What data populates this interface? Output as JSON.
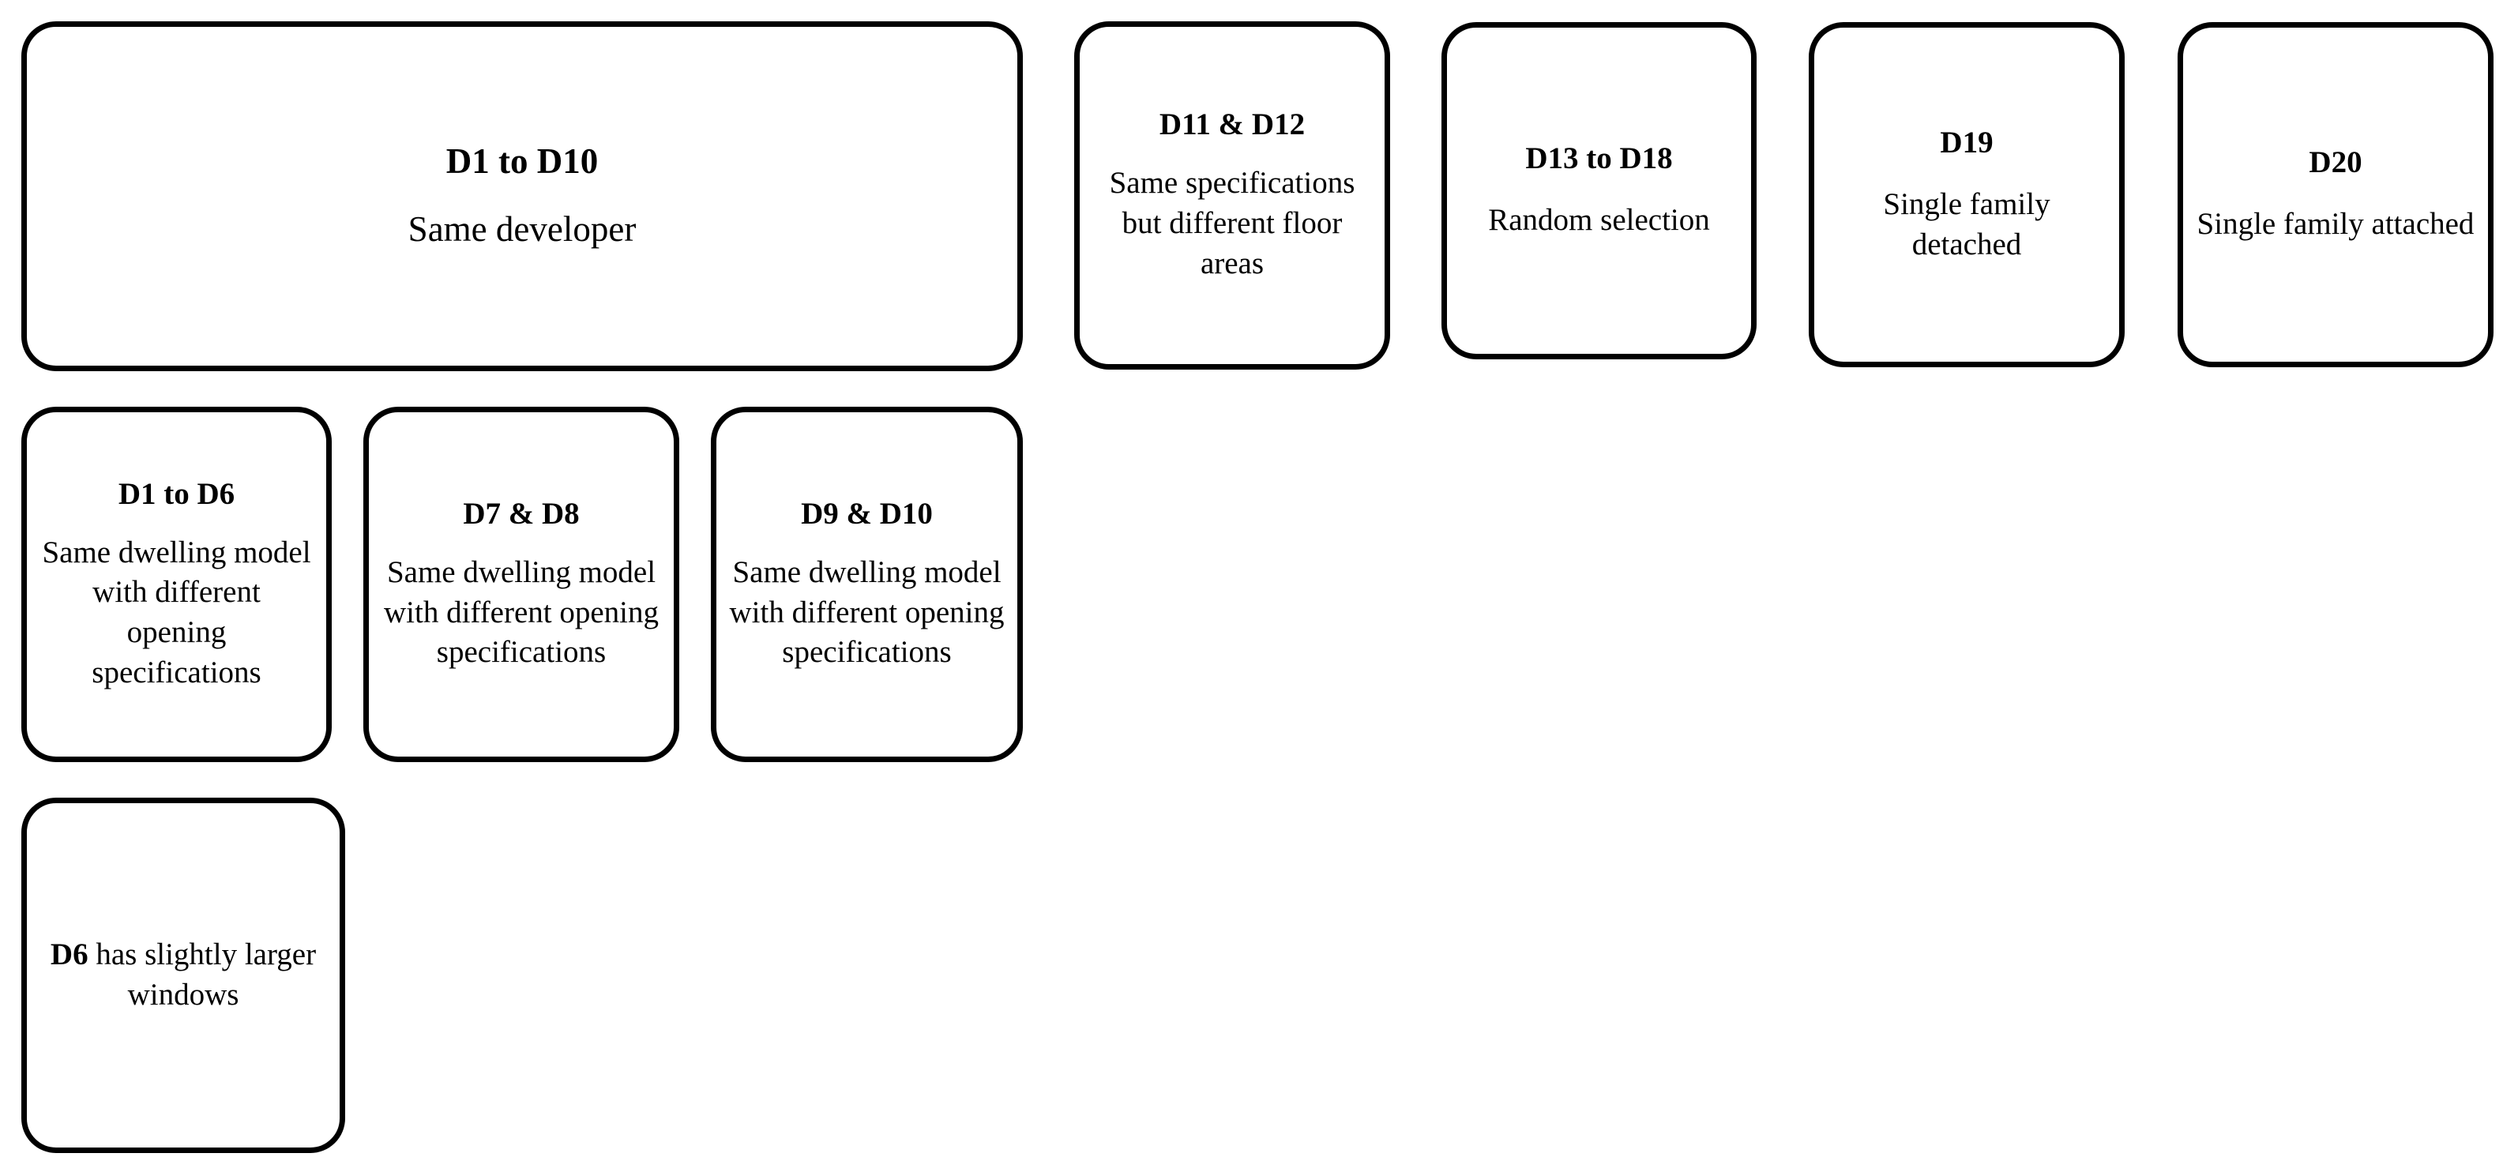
{
  "diagram": {
    "title": "Dwelling sample grouping diagram",
    "background_color": "#ffffff",
    "border_color": "#000000",
    "text_color": "#000000"
  },
  "nodes": {
    "d1_d10": {
      "title": "D1 to D10",
      "body": "Same developer"
    },
    "d11_d12": {
      "title": "D11 & D12",
      "body": "Same specifications but different floor areas"
    },
    "d13_d18": {
      "title": "D13 to D18",
      "body": "Random selection"
    },
    "d19": {
      "title": "D19",
      "body": "Single family detached"
    },
    "d20": {
      "title": "D20",
      "body": "Single family attached"
    },
    "d1_d6": {
      "title": "D1 to D6",
      "body": "Same dwelling model with different opening specifications"
    },
    "d7_d8": {
      "title": "D7 & D8",
      "body": "Same dwelling model with different opening specifications"
    },
    "d9_d10": {
      "title": "D9 & D10",
      "body": "Same dwelling model with different opening specifications"
    },
    "d6_note": {
      "lead": "D6",
      "body": " has slightly larger windows"
    }
  }
}
